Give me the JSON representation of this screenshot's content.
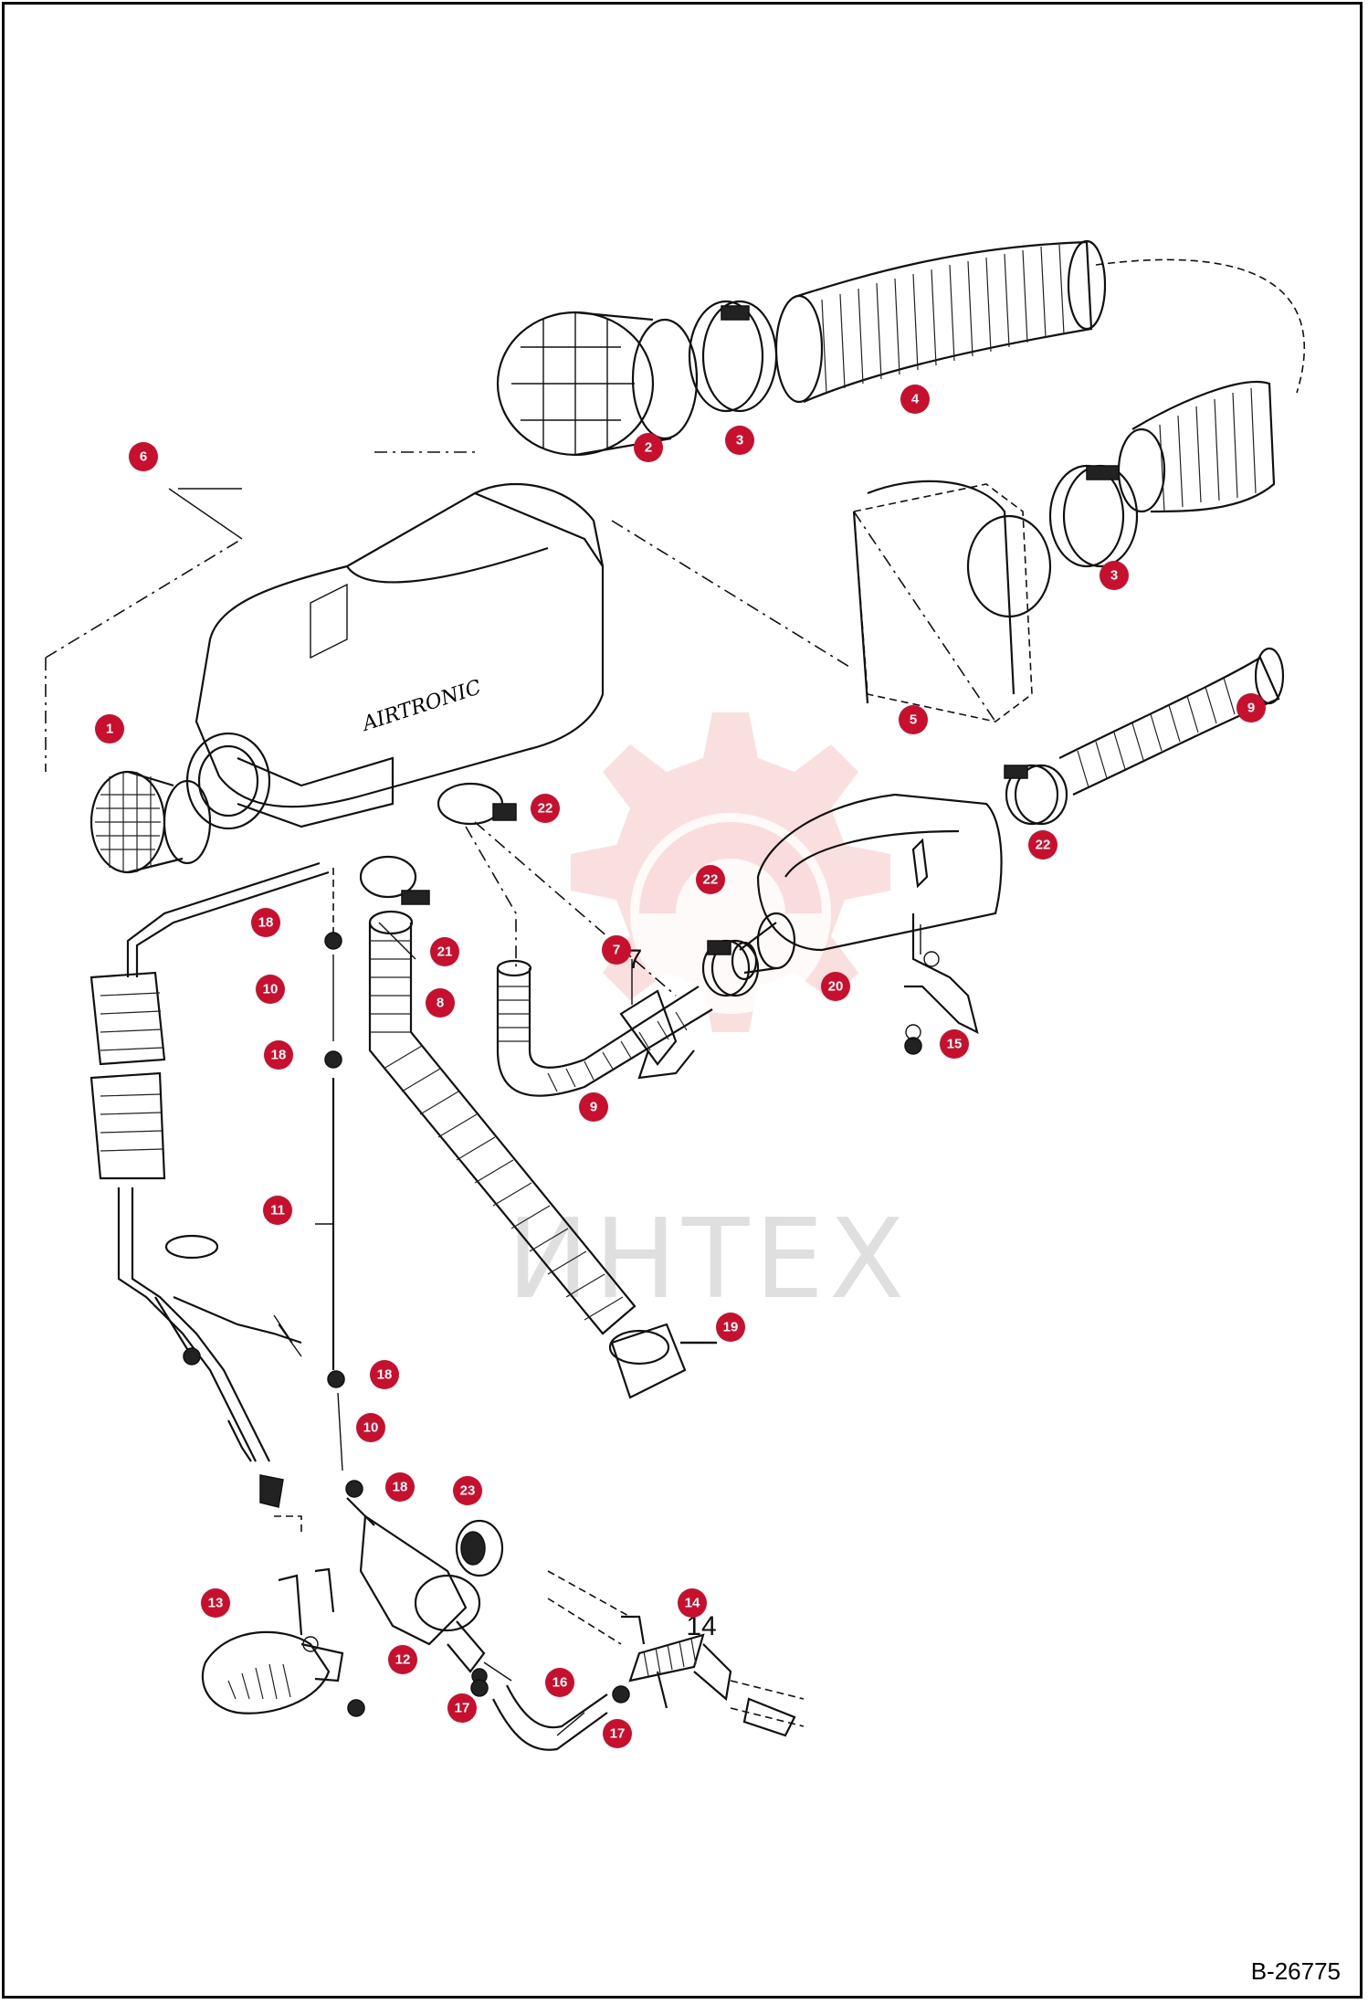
{
  "drawing": {
    "ref_code": "B-26775",
    "watermark": "ИНТЕХ",
    "heater_brand": "AIRTRONIC"
  },
  "callouts": [
    {
      "id": "c1",
      "label": "1"
    },
    {
      "id": "c2",
      "label": "2"
    },
    {
      "id": "c3a",
      "label": "3"
    },
    {
      "id": "c3b",
      "label": "3"
    },
    {
      "id": "c4",
      "label": "4"
    },
    {
      "id": "c5",
      "label": "5"
    },
    {
      "id": "c6",
      "label": "6"
    },
    {
      "id": "c7",
      "label": "7"
    },
    {
      "id": "c8",
      "label": "8"
    },
    {
      "id": "c9a",
      "label": "9"
    },
    {
      "id": "c9b",
      "label": "9"
    },
    {
      "id": "c10a",
      "label": "10"
    },
    {
      "id": "c10b",
      "label": "10"
    },
    {
      "id": "c11",
      "label": "11"
    },
    {
      "id": "c12",
      "label": "12"
    },
    {
      "id": "c13",
      "label": "13"
    },
    {
      "id": "c14",
      "label": "14"
    },
    {
      "id": "c15",
      "label": "15"
    },
    {
      "id": "c16",
      "label": "16"
    },
    {
      "id": "c17a",
      "label": "17"
    },
    {
      "id": "c17b",
      "label": "17"
    },
    {
      "id": "c18a",
      "label": "18"
    },
    {
      "id": "c18b",
      "label": "18"
    },
    {
      "id": "c18c",
      "label": "18"
    },
    {
      "id": "c18d",
      "label": "18"
    },
    {
      "id": "c19",
      "label": "19"
    },
    {
      "id": "c20",
      "label": "20"
    },
    {
      "id": "c21",
      "label": "21"
    },
    {
      "id": "c22a",
      "label": "22"
    },
    {
      "id": "c22b",
      "label": "22"
    },
    {
      "id": "c22c",
      "label": "22"
    },
    {
      "id": "c23",
      "label": "23"
    }
  ],
  "part_numbers": [
    {
      "id": "p7",
      "text": "7"
    },
    {
      "id": "p14",
      "text": "14"
    }
  ]
}
